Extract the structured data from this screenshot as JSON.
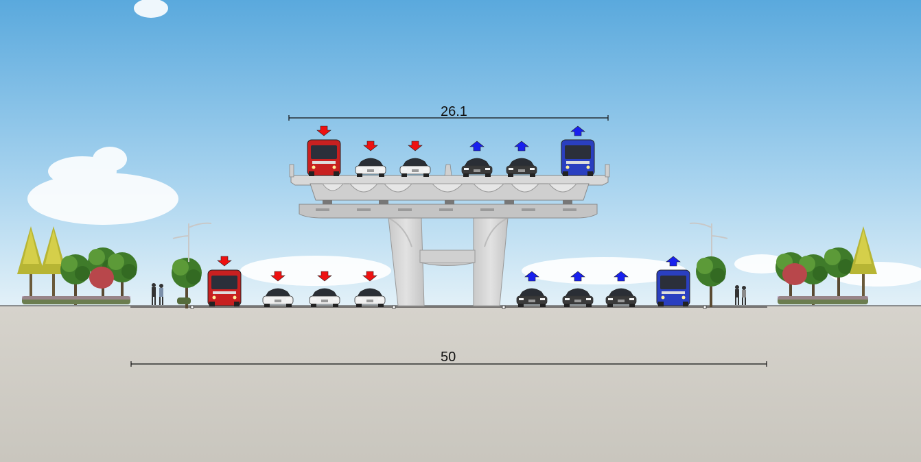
{
  "dimensions": {
    "deck_width": "26.1",
    "road_width": "50"
  },
  "colors": {
    "sky_top": "#5aa9dd",
    "sky_bottom": "#d6ecf7",
    "ground": "#d2cfc7",
    "concrete": "#d7d7d7",
    "concrete_dark": "#a9a9a9",
    "bus_red": "#c82020",
    "bus_blue": "#2a3fc0",
    "car_white": "#f0f0f0",
    "car_dark": "#3a3a3a",
    "arrow_down": "#ee1111",
    "arrow_up": "#1820ee"
  },
  "traffic": {
    "upper_deck": [
      {
        "type": "bus",
        "color": "red",
        "direction": "down"
      },
      {
        "type": "car",
        "color": "white",
        "direction": "down"
      },
      {
        "type": "car",
        "color": "white",
        "direction": "down"
      },
      {
        "type": "car",
        "color": "dark",
        "direction": "up"
      },
      {
        "type": "car",
        "color": "dark",
        "direction": "up"
      },
      {
        "type": "bus",
        "color": "blue",
        "direction": "up"
      }
    ],
    "ground_level": [
      {
        "type": "bus",
        "color": "red",
        "direction": "down"
      },
      {
        "type": "car",
        "color": "white",
        "direction": "down"
      },
      {
        "type": "car",
        "color": "white",
        "direction": "down"
      },
      {
        "type": "car",
        "color": "white",
        "direction": "down"
      },
      {
        "type": "car",
        "color": "dark",
        "direction": "up"
      },
      {
        "type": "car",
        "color": "dark",
        "direction": "up"
      },
      {
        "type": "car",
        "color": "dark",
        "direction": "up"
      },
      {
        "type": "bus",
        "color": "blue",
        "direction": "up"
      }
    ]
  }
}
